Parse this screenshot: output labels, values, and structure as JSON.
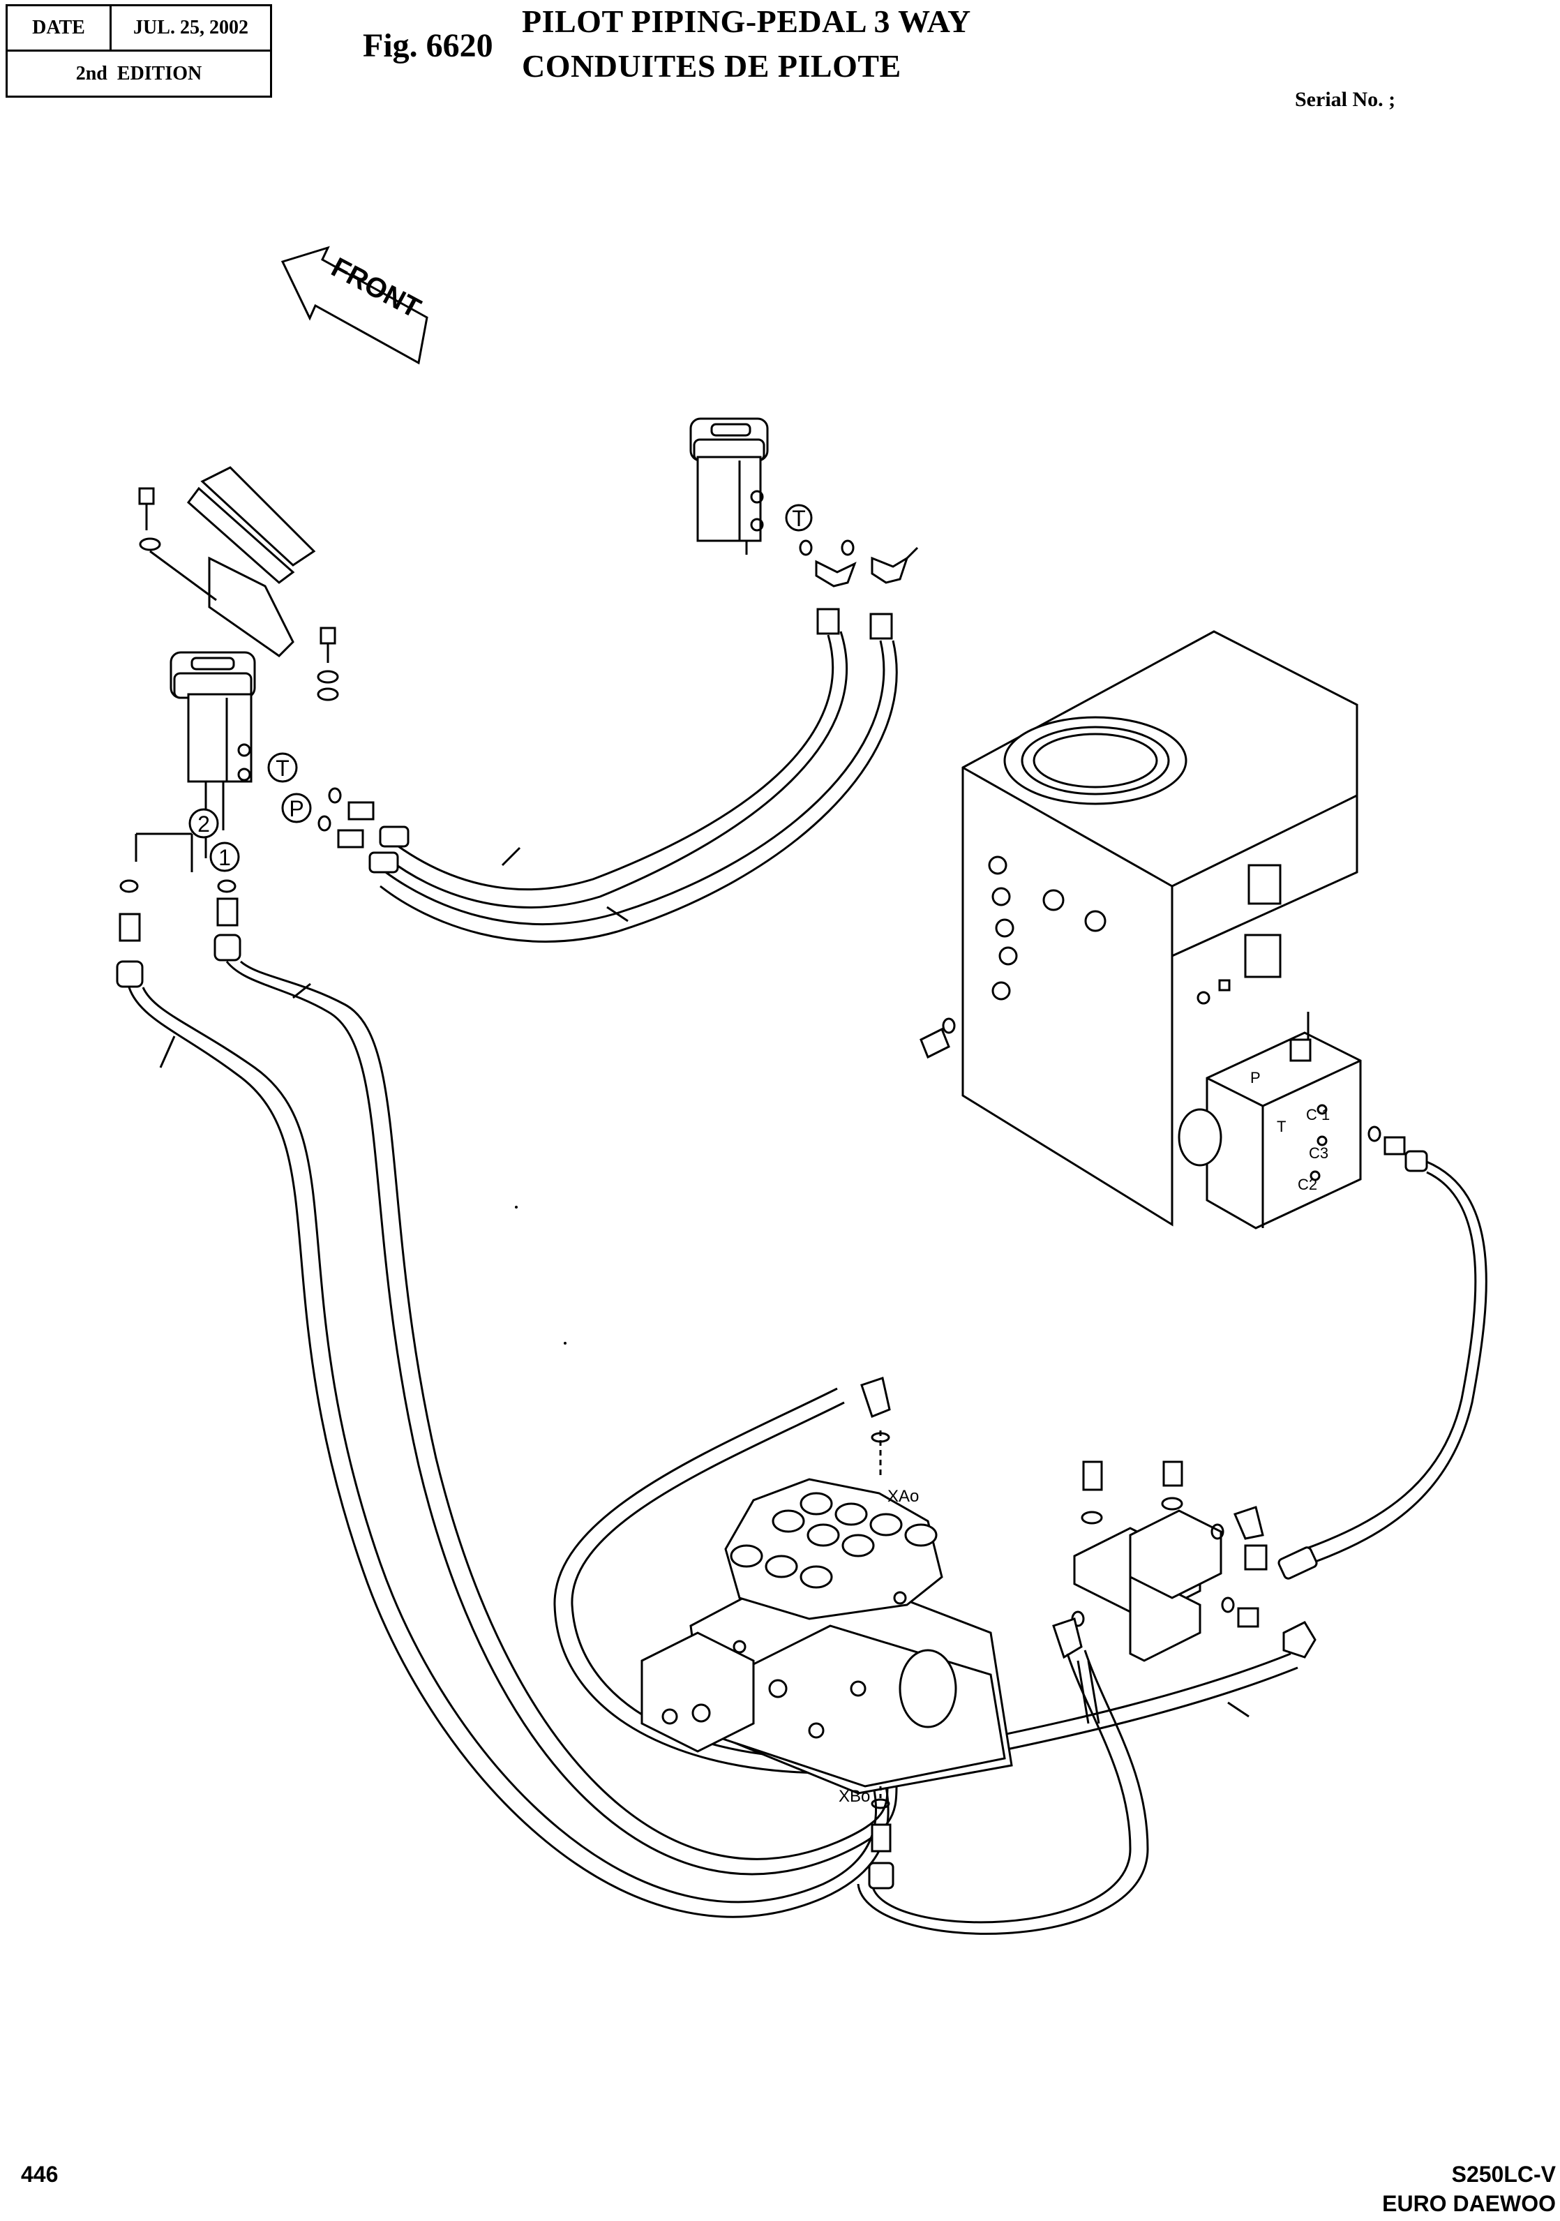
{
  "header": {
    "date_label": "DATE",
    "date_value": "JUL. 25, 2002",
    "edition_number": "2nd",
    "edition_label": "EDITION"
  },
  "figure": {
    "number": "Fig. 6620",
    "title_en": "PILOT PIPING-PEDAL 3 WAY",
    "title_fr": "CONDUITES DE PILOTE",
    "serial": "Serial No. ;"
  },
  "diagram": {
    "front_arrow_label": "FRONT",
    "port_labels": {
      "t_upper": "T",
      "t_lower": "T",
      "p_lower": "P",
      "circle_1": "1",
      "circle_2": "2",
      "block_p": "P",
      "block_t": "T",
      "block_c1": "C 1",
      "block_c3": "C3",
      "block_c2": "C2",
      "xao": "XAo",
      "xbo": "XBo"
    }
  },
  "footer": {
    "page": "446",
    "model": "S250LC-V",
    "maker": "EURO DAEWOO"
  }
}
